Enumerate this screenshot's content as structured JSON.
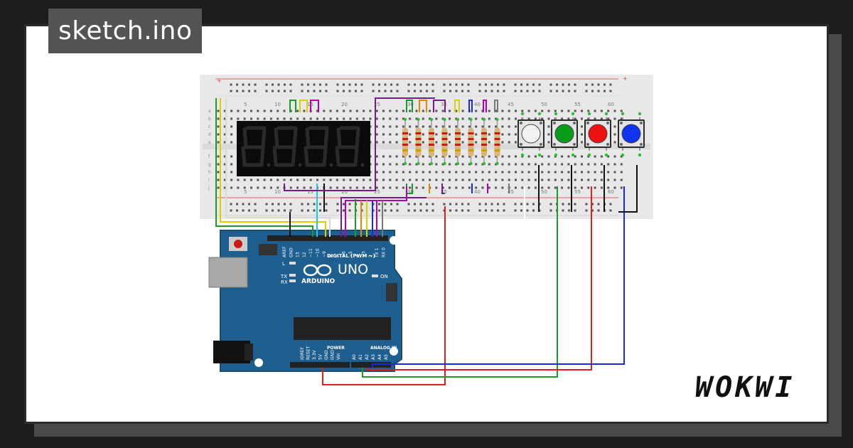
{
  "title": "sketch.ino",
  "brand": "WOKWI",
  "breadboard": {
    "column_labels": [
      "5",
      "10",
      "15",
      "20",
      "25",
      "30",
      "35",
      "40",
      "45",
      "50",
      "55",
      "60"
    ],
    "row_labels_top": [
      "a",
      "b",
      "c",
      "d",
      "e"
    ],
    "row_labels_bottom": [
      "f",
      "g",
      "h",
      "i",
      "j"
    ],
    "rail_plus": "+",
    "rail_minus": "-"
  },
  "arduino": {
    "model": "UNO",
    "brand": "ARDUINO",
    "digital_header": "DIGITAL (PWM ~)",
    "power_header": "POWER",
    "analog_header": "ANALOG IN",
    "led_on": "ON",
    "led_l": "L",
    "led_tx": "TX",
    "led_rx": "RX",
    "digital_pins": [
      "AREF",
      "GND",
      "13",
      "12",
      "~11",
      "~10",
      "~9",
      "8",
      "7",
      "~6",
      "~5",
      "4",
      "~3",
      "2",
      "TX 1",
      "RX 0"
    ],
    "power_pins": [
      "IOREF",
      "RESET",
      "3.3V",
      "5V",
      "GND",
      "GND",
      "Vin"
    ],
    "analog_pins": [
      "A0",
      "A1",
      "A2",
      "A3",
      "A4",
      "A5"
    ]
  },
  "buttons": [
    {
      "name": "white-button",
      "color": "#f2f2f2"
    },
    {
      "name": "green-button",
      "color": "#0a9a1a"
    },
    {
      "name": "red-button",
      "color": "#ee1111"
    },
    {
      "name": "blue-button",
      "color": "#1133ee"
    }
  ],
  "display": {
    "digits": 4,
    "segment_color": "#2a2a2a"
  },
  "resistors": {
    "count": 8
  },
  "colors": {
    "board_blue": "#1f5f8f",
    "wire_red": "#e21b1b",
    "wire_green": "#1a9a2a",
    "wire_blue": "#1a2ad8",
    "wire_purple": "#7a1a8a",
    "wire_black": "#111111"
  }
}
